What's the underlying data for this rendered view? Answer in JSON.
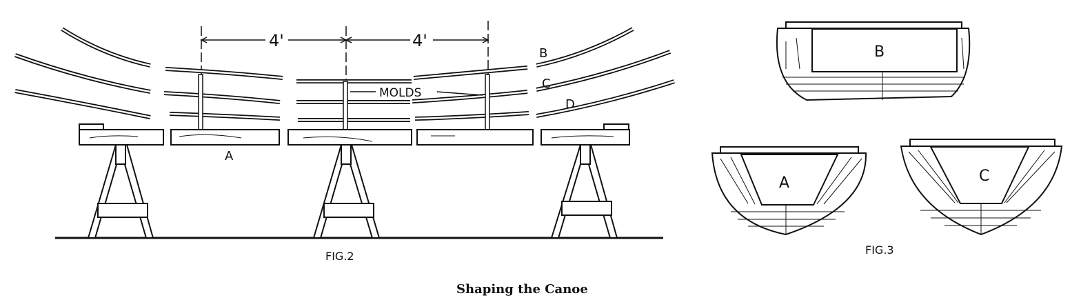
{
  "figure2": {
    "dimension_left": "4'",
    "dimension_right": "4'",
    "molds_label": "MOLDS",
    "label_a": "A",
    "label_b": "B",
    "label_c": "C",
    "label_d": "D",
    "caption": "FIG.2"
  },
  "figure3": {
    "section_b": "B",
    "section_a": "A",
    "section_c": "C",
    "caption": "FIG.3"
  },
  "title": "Shaping the Canoe"
}
